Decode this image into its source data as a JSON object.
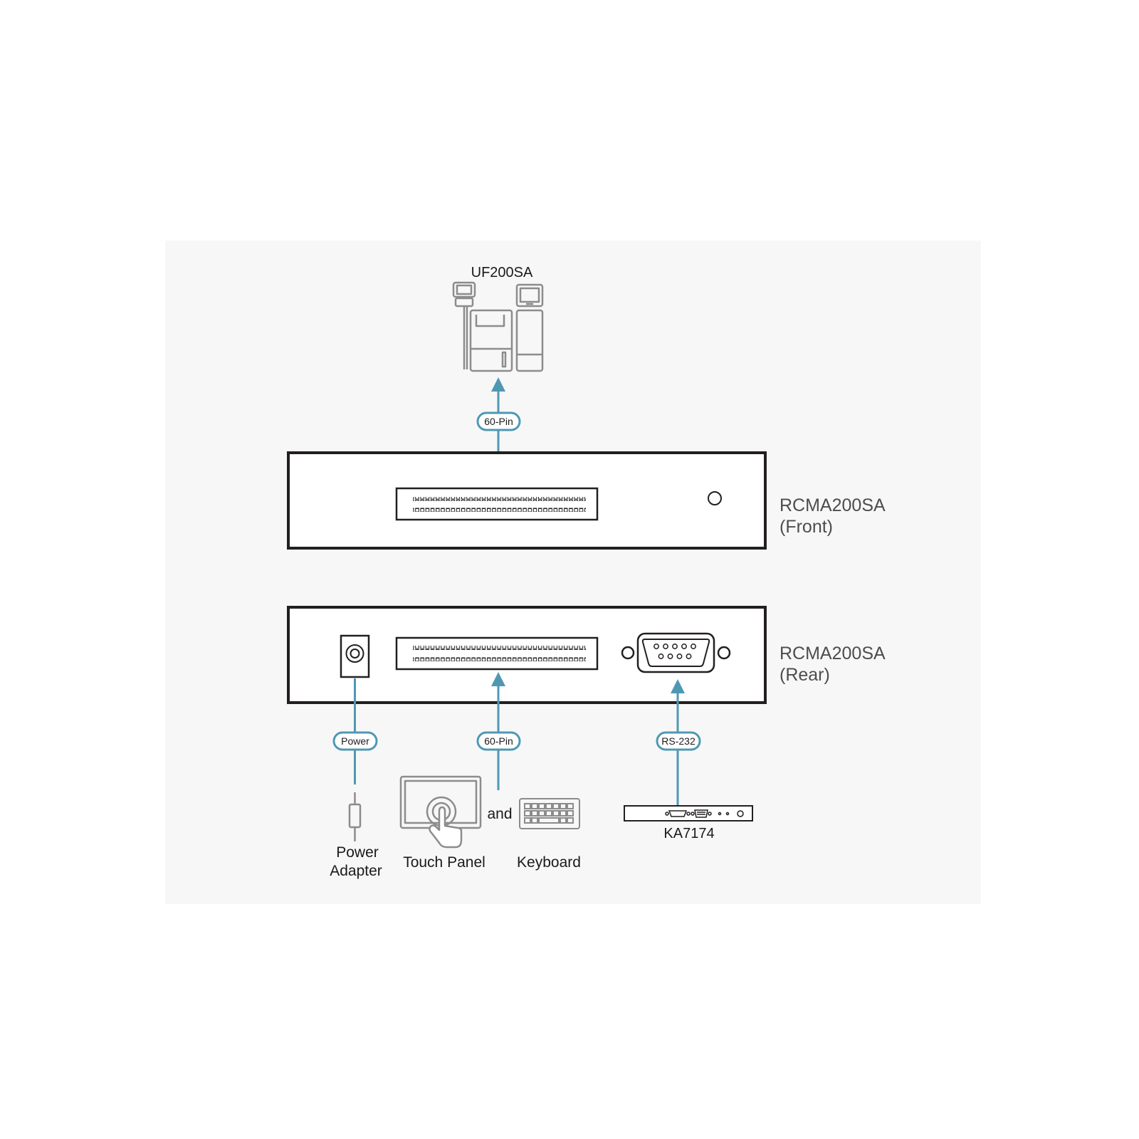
{
  "colors": {
    "background_panel": "#f7f7f7",
    "cable": "#4f98b3",
    "device_outline": "#231f20",
    "icon_gray": "#8c8c8c"
  },
  "top_device": {
    "label": "UF200SA"
  },
  "front_panel": {
    "name": "RCMA200SA",
    "side": "(Front)"
  },
  "rear_panel": {
    "name": "RCMA200SA",
    "side": "(Rear)"
  },
  "cables": {
    "top": "60-Pin",
    "power": "Power",
    "middle": "60-Pin",
    "serial": "RS-232"
  },
  "peripherals": {
    "power_adapter_line1": "Power",
    "power_adapter_line2": "Adapter",
    "touch_panel": "Touch Panel",
    "and": "and",
    "keyboard": "Keyboard",
    "kvm": "KA7174"
  }
}
